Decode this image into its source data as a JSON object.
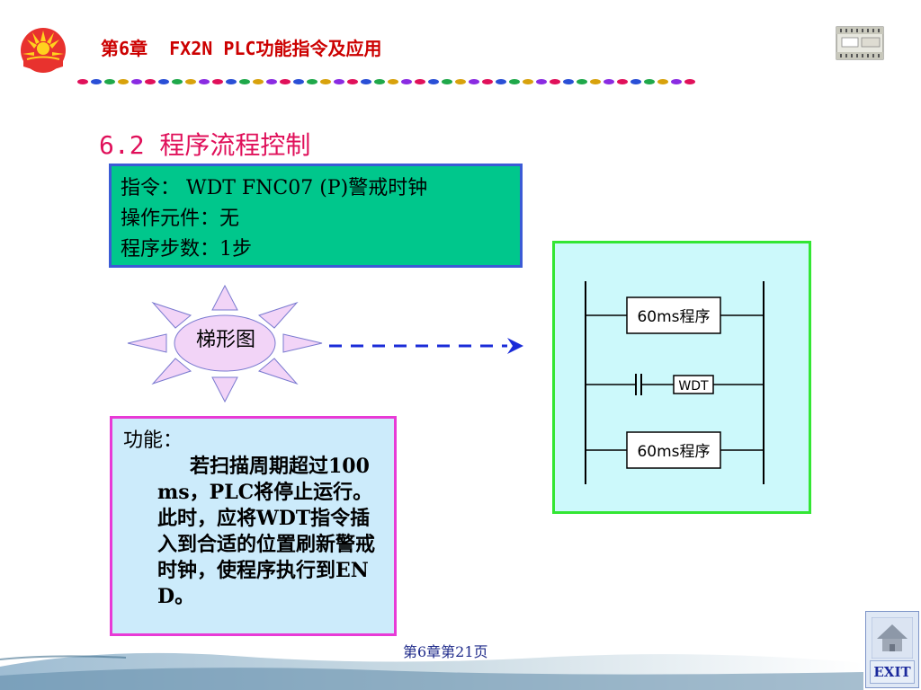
{
  "header": {
    "title": "第6章  FX2N PLC功能指令及应用"
  },
  "section": {
    "title": "6.2 程序流程控制"
  },
  "instruction": {
    "line1": "指令： WDT FNC07 (P)警戒时钟",
    "line2": "操作元件：无",
    "line3": "程序步数：1步"
  },
  "sun": {
    "label": "梯形图"
  },
  "ladder": {
    "block1": "60ms程序",
    "wdt": "WDT",
    "block2": "60ms程序"
  },
  "function": {
    "title": "功能：",
    "body": "若扫描周期超过100ms，PLC将停止运行。此时，应将WDT指令插入到合适的位置刷新警戒时钟，使程序执行到END。"
  },
  "footer": {
    "page": "第6章第21页",
    "exit_label": "EXIT"
  },
  "colors": {
    "header_text": "#cc0000",
    "section_title": "#e0105a",
    "instruction_bg": "#00c78c",
    "instruction_border": "#3b5bd6",
    "ladder_bg": "#ccf9fb",
    "ladder_border": "#33e633",
    "function_bg": "#ccebfb",
    "function_border": "#e83ad6",
    "arrow": "#1a2bd8"
  },
  "icons": {
    "logo": "petrochina-logo-icon",
    "device": "plc-device-icon",
    "home": "home-icon"
  }
}
